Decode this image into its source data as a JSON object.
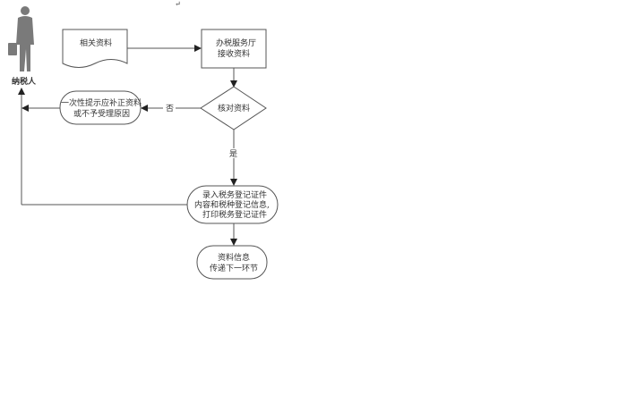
{
  "actor": {
    "label": "纳税人"
  },
  "nodes": {
    "documents": "相关资料",
    "hall_receive": [
      "办税服务厅",
      "接收资料"
    ],
    "check": "核对资料",
    "reject": [
      "一次性提示应补正资料",
      "或不予受理原因"
    ],
    "record": [
      "录入税务登记证件",
      "内容和税种登记信息,",
      "打印税务登记证件"
    ],
    "pass_on": [
      "资料信息",
      "传递下一环节"
    ]
  },
  "edges": {
    "no": "否",
    "yes": "是"
  },
  "colors": {
    "line": "#555555",
    "person": "#7a7a7a"
  }
}
